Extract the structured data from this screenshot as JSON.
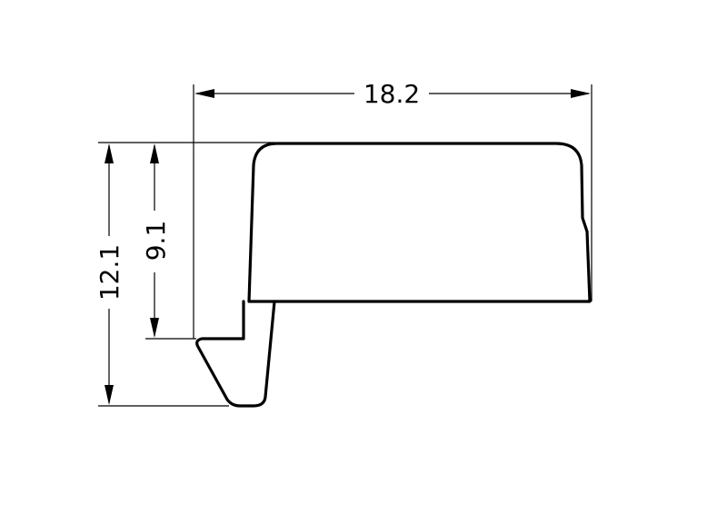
{
  "drawing": {
    "dimensions": {
      "width_label": "18.2",
      "overall_height_label": "12.1",
      "inner_height_label": "9.1"
    },
    "colors": {
      "stroke": "#000000",
      "background": "#ffffff"
    }
  }
}
